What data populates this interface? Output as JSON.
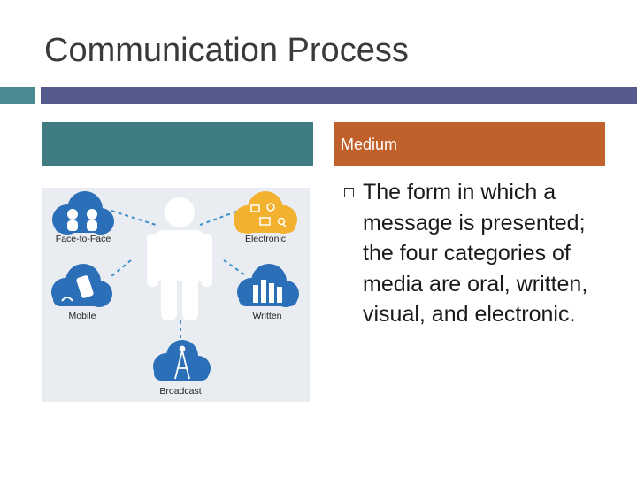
{
  "slide": {
    "title": "Communication Process",
    "header_label": "Medium",
    "bullets": [
      {
        "text": "The form in which a message is presented; the four categories of media are oral, written, visual, and electronic."
      }
    ]
  },
  "figure": {
    "labels": {
      "face_to_face": "Face-to-Face",
      "electronic": "Electronic",
      "mobile": "Mobile",
      "written": "Written",
      "broadcast": "Broadcast"
    }
  },
  "colors": {
    "rule_teal": "#4a8a90",
    "rule_indigo": "#565b8e",
    "header_teal": "#3e7c82",
    "header_orange": "#c0612b",
    "cloud_blue": "#2a6fb8",
    "cloud_yellow": "#f2b12e"
  }
}
